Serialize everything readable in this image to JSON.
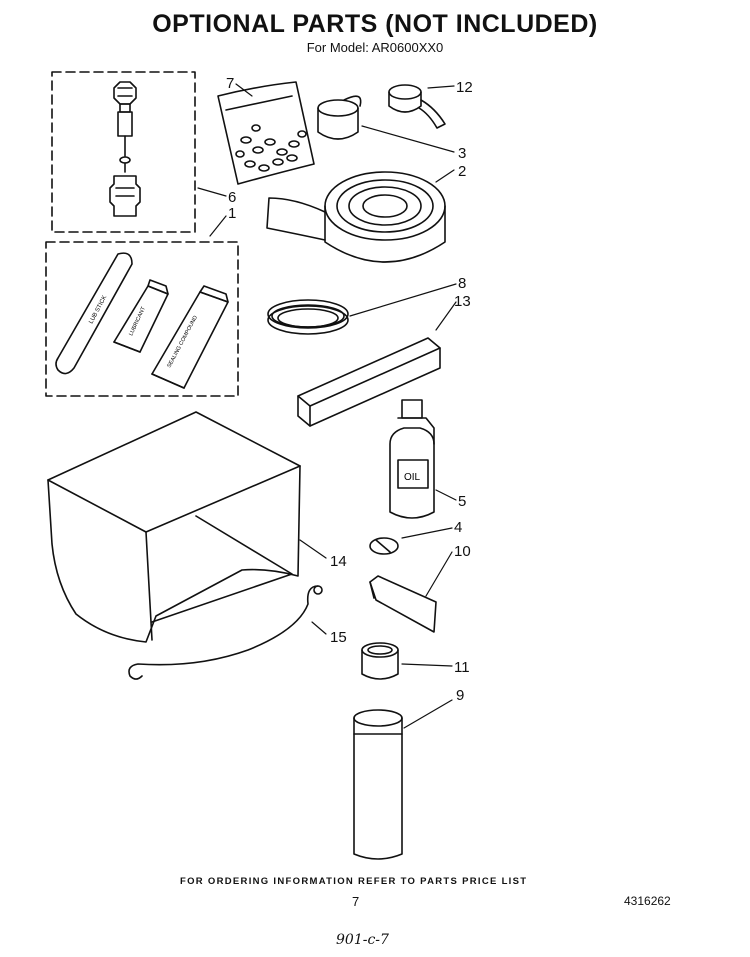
{
  "header": {
    "title": "OPTIONAL PARTS (NOT INCLUDED)",
    "model": "For Model: AR0600XX0"
  },
  "parts": {
    "glue_stick_label": "LUB STICK",
    "tube_a_label": "LUBRICANT",
    "tube_b_label": "SEALING COMPOUND",
    "bottle_label": "OIL"
  },
  "callouts": [
    "7",
    "12",
    "3",
    "2",
    "6",
    "1",
    "8",
    "13",
    "5",
    "4",
    "10",
    "14",
    "15",
    "11",
    "9"
  ],
  "footer": {
    "ordering_note": "FOR ORDERING INFORMATION REFER TO PARTS PRICE LIST",
    "page_number": "7",
    "doc_number": "4316262",
    "handwritten": "901-c-7"
  }
}
